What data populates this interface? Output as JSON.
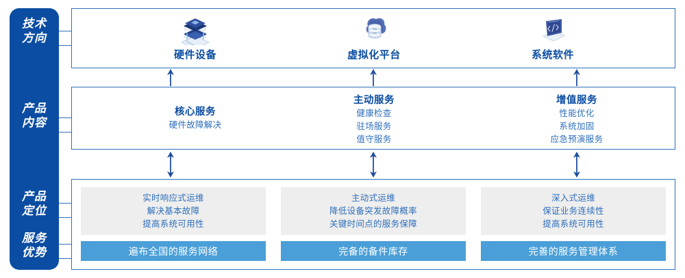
{
  "rail": {
    "color": "#0b4da2",
    "labels": [
      {
        "name": "tech-direction",
        "text": "技术\n方向"
      },
      {
        "name": "product-content",
        "text": "产品\n内容"
      },
      {
        "name": "product-position",
        "text": "产品\n定位"
      },
      {
        "name": "service-advantage",
        "text": "服务\n优势"
      }
    ]
  },
  "tech": {
    "columns": [
      {
        "icon": "server-stack-icon",
        "title": "硬件设备"
      },
      {
        "icon": "cloud-database-icon",
        "title": "虚拟化平台"
      },
      {
        "icon": "laptop-code-icon",
        "title": "系统软件"
      }
    ]
  },
  "content": {
    "columns": [
      {
        "title": "核心服务",
        "items": [
          "硬件故障解决"
        ]
      },
      {
        "title": "主动服务",
        "items": [
          "健康检查",
          "驻场服务",
          "值守服务"
        ]
      },
      {
        "title": "增值服务",
        "items": [
          "性能优化",
          "系统加固",
          "应急预演服务"
        ]
      }
    ]
  },
  "bottom": {
    "columns": [
      {
        "lines": [
          "实时响应式运维",
          "解决基本故障",
          "提高系统可用性"
        ],
        "bar": "遍布全国的服务网络"
      },
      {
        "lines": [
          "主动式运维",
          "降低设备突发故障概率",
          "关键时间点的服务保障"
        ],
        "bar": "完备的备件库存"
      },
      {
        "lines": [
          "深入式运维",
          "保证业务连续性",
          "提高系统可用性"
        ],
        "bar": "完善的服务管理体系"
      }
    ]
  },
  "colors": {
    "navy": "#0b4da2",
    "border_blue": "#2f6fba",
    "bar_blue": "#4a9fd8",
    "gray_box": "#eeeeee",
    "arrow": "#1f4e9c"
  }
}
